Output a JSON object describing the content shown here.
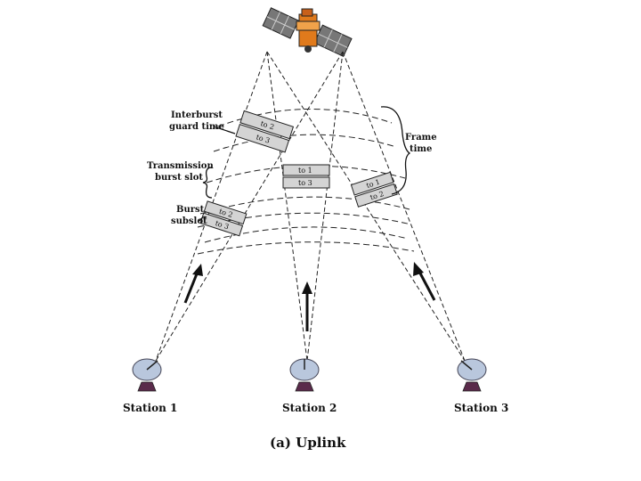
{
  "labels": {
    "interburst_guard_time": [
      "Interburst",
      "guard time"
    ],
    "transmission_burst_slot": [
      "Transmission",
      "burst slot"
    ],
    "burst_subslot": [
      "Burst",
      "subslot"
    ],
    "frame_time": [
      "Frame",
      "time"
    ]
  },
  "bursts": {
    "station1_upper": [
      "to 2",
      "to 3"
    ],
    "station1_lower": [
      "to 2",
      "to 3"
    ],
    "station2": [
      "to 1",
      "to 3"
    ],
    "station3": [
      "to 1",
      "to 2"
    ]
  },
  "stations": [
    "Station 1",
    "Station 2",
    "Station 3"
  ],
  "caption": "(a) Uplink",
  "icons": [
    "satellite-icon",
    "dish-antenna-icon",
    "up-arrow-icon"
  ]
}
